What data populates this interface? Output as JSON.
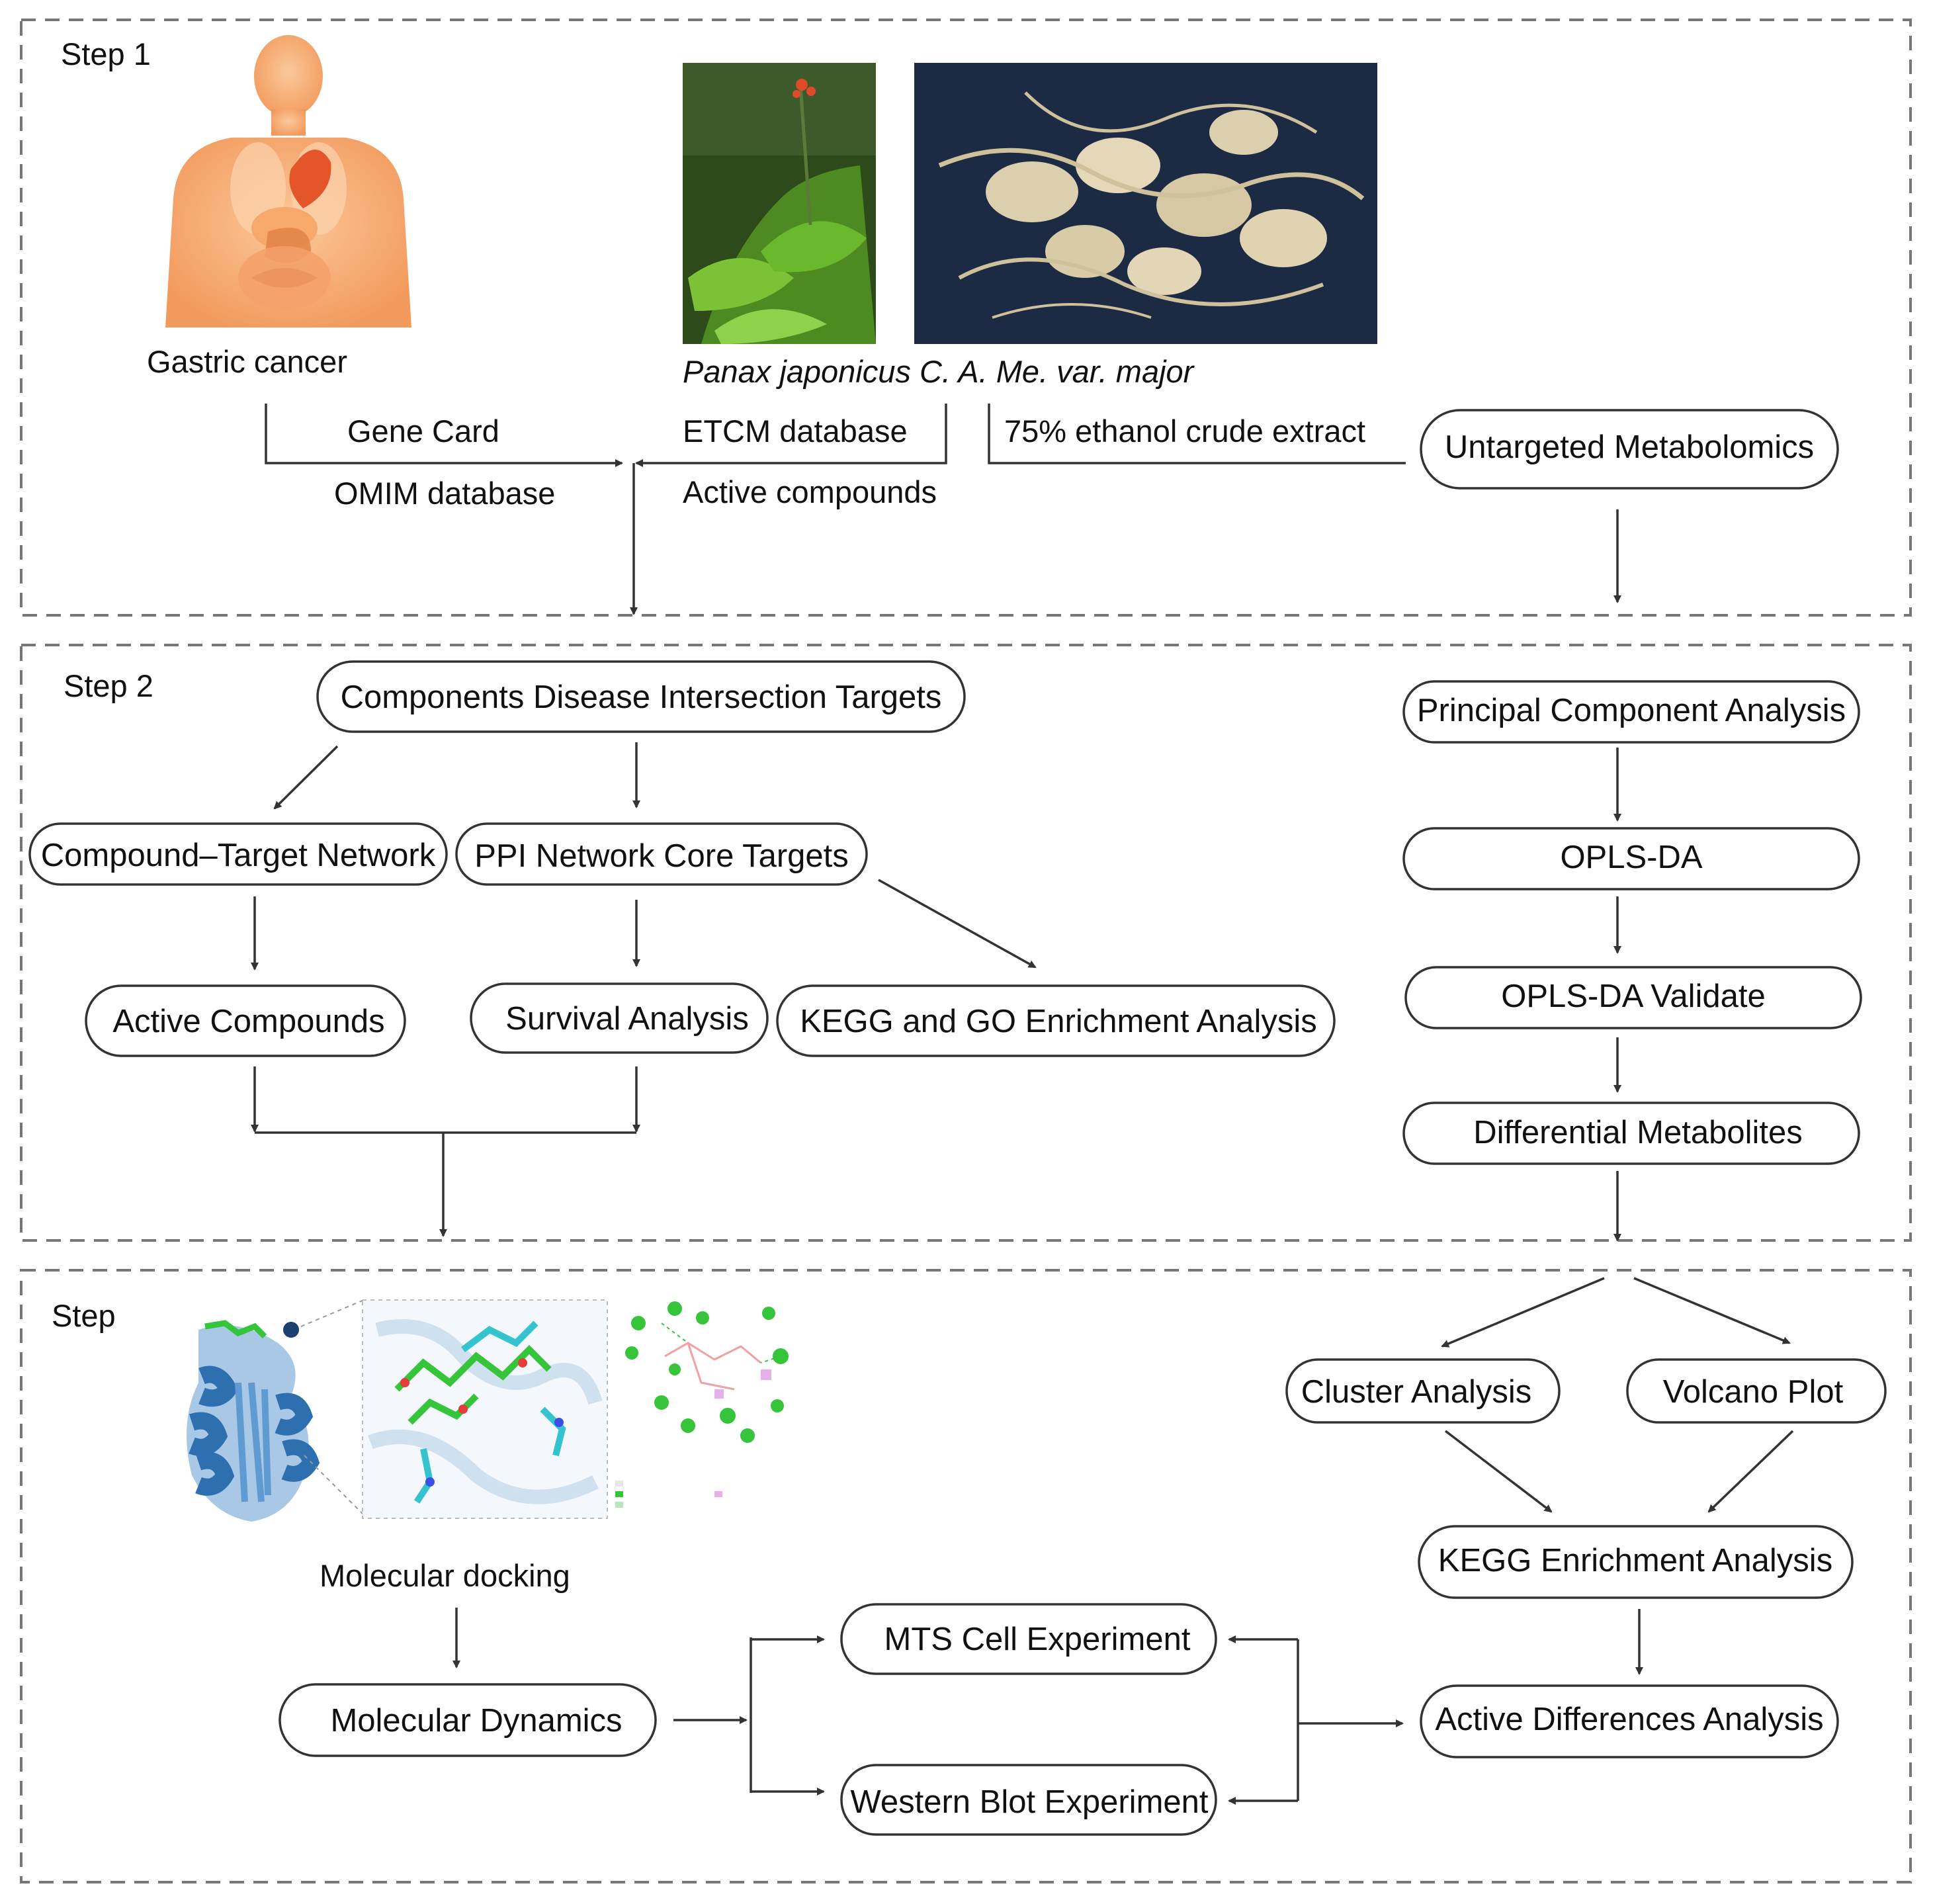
{
  "steps": {
    "s1": "Step 1",
    "s2": "Step 2",
    "s3": "Step"
  },
  "images": {
    "body_caption": "Gastric  cancer",
    "plant_caption": "Panax japonicus C. A. Me. var. major",
    "docking_caption": "Molecular docking"
  },
  "labels": {
    "gene_card": "Gene Card",
    "omim": "OMIM database",
    "etcm": "ETCM database",
    "active_compounds_lbl": "Active compounds",
    "ethanol": "75% ethanol crude extract"
  },
  "nodes": {
    "untargeted": "Untargeted Metabolomics",
    "intersection": "Components Disease Intersection Targets",
    "compound_target": "Compound–Target Network",
    "ppi": "PPI Network Core Targets",
    "active_compounds": "Active Compounds",
    "survival": "Survival Analysis",
    "kegg_go": "KEGG and GO Enrichment Analysis",
    "pca": "Principal Component Analysis",
    "oplsda": "OPLS-DA",
    "oplsda_validate": "OPLS-DA Validate",
    "diff_metabolites": "Differential Metabolites",
    "cluster": "Cluster Analysis",
    "volcano": "Volcano Plot",
    "kegg_enrich": "KEGG Enrichment Analysis",
    "active_diff": "Active Differences Analysis",
    "mol_dynamics": "Molecular Dynamics",
    "mts": "MTS Cell Experiment",
    "western": "Western Blot Experiment"
  },
  "colors": {
    "body": "#f7b27a",
    "heart": "#e4552a",
    "protein": "#2e6fb0",
    "ligand": "#35c43a",
    "residue": "#35c4cf",
    "plant_bg": "#2c4a1a",
    "root_bg": "#1c2a44",
    "root": "#dccfae"
  }
}
